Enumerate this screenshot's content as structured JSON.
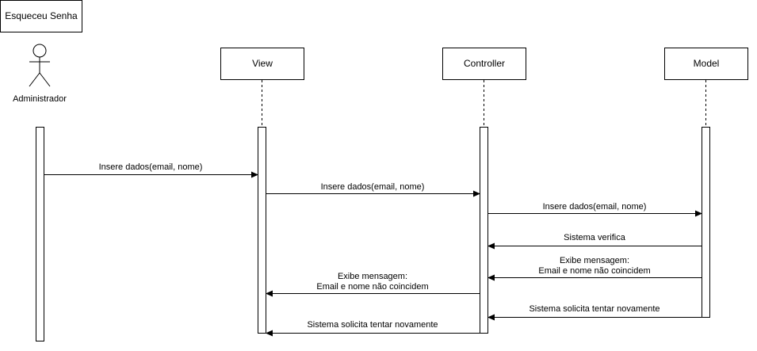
{
  "frame": {
    "title": "Esqueceu Senha"
  },
  "actor": {
    "name": "Administrador"
  },
  "participants": {
    "view": "View",
    "controller": "Controller",
    "model": "Model"
  },
  "messages": [
    {
      "from": "actor",
      "to": "view",
      "label": "Insere dados(email, nome)"
    },
    {
      "from": "view",
      "to": "controller",
      "label": "Insere dados(email, nome)"
    },
    {
      "from": "controller",
      "to": "model",
      "label": "Insere dados(email, nome)"
    },
    {
      "from": "model",
      "to": "controller",
      "label": "Sistema verifica"
    },
    {
      "from": "model",
      "to": "controller",
      "label_lines": [
        "Exibe mensagem:",
        "Email e nome não coincidem"
      ]
    },
    {
      "from": "controller",
      "to": "view",
      "label_lines": [
        "Exibe mensagem:",
        "Email e nome não coincidem"
      ]
    },
    {
      "from": "model",
      "to": "controller",
      "label": "Sistema solicita tentar novamente"
    },
    {
      "from": "controller",
      "to": "view",
      "label": "Sistema solicita tentar novamente"
    }
  ]
}
